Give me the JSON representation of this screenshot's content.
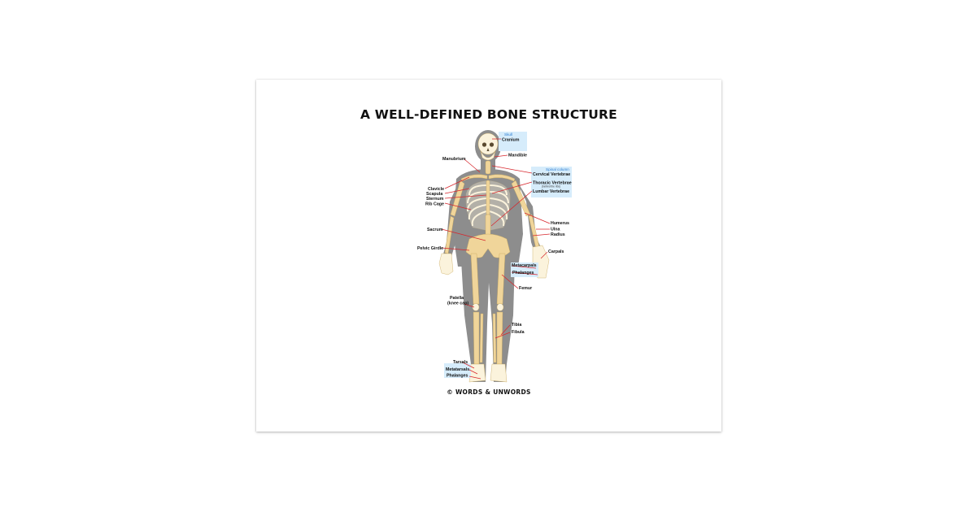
{
  "title": "A WELL-DEFINED BONE STRUCTURE",
  "footer": "© WORDS & UNWORDS",
  "groups": {
    "skull": "Skull",
    "spinal_column": "Spinal column"
  },
  "labels": {
    "cranium": "Cranium",
    "mandible": "Mandible",
    "manubrium": "Manubrium",
    "cervical_vertebrae": "Cervical Vertebrae",
    "thoracic_vertebrae": "Thoracic Vertebrae",
    "thoracic_note": "(behind the ribs)",
    "lumbar_vertebrae": "Lumbar Vertebrae",
    "clavicle": "Clavicle",
    "scapula": "Scapula",
    "sternum": "Sternum",
    "rib_cage": "Rib Cage",
    "humerus": "Humerus",
    "ulna": "Ulna",
    "radius": "Radius",
    "sacrum": "Sacrum",
    "carpals": "Carpals",
    "pelvic_girdle": "Pelvic Girdle",
    "metacarpals": "Metacarpals",
    "hand_phalanges": "Phalanges",
    "femur": "Femur",
    "patella": "Patella",
    "knee_cap": "(knee cap)",
    "tibia": "Tibia",
    "fibula": "Fibula",
    "tarsals": "Tarsals",
    "metatarsals": "Metatarsals",
    "foot_phalanges": "Phalanges"
  },
  "colors": {
    "body_silhouette": "#8d8d8d",
    "bone": "#f0d59a",
    "leader_line": "#d7262c",
    "label_box": "#d6ecfb",
    "group_heading": "#2a7bd0"
  }
}
